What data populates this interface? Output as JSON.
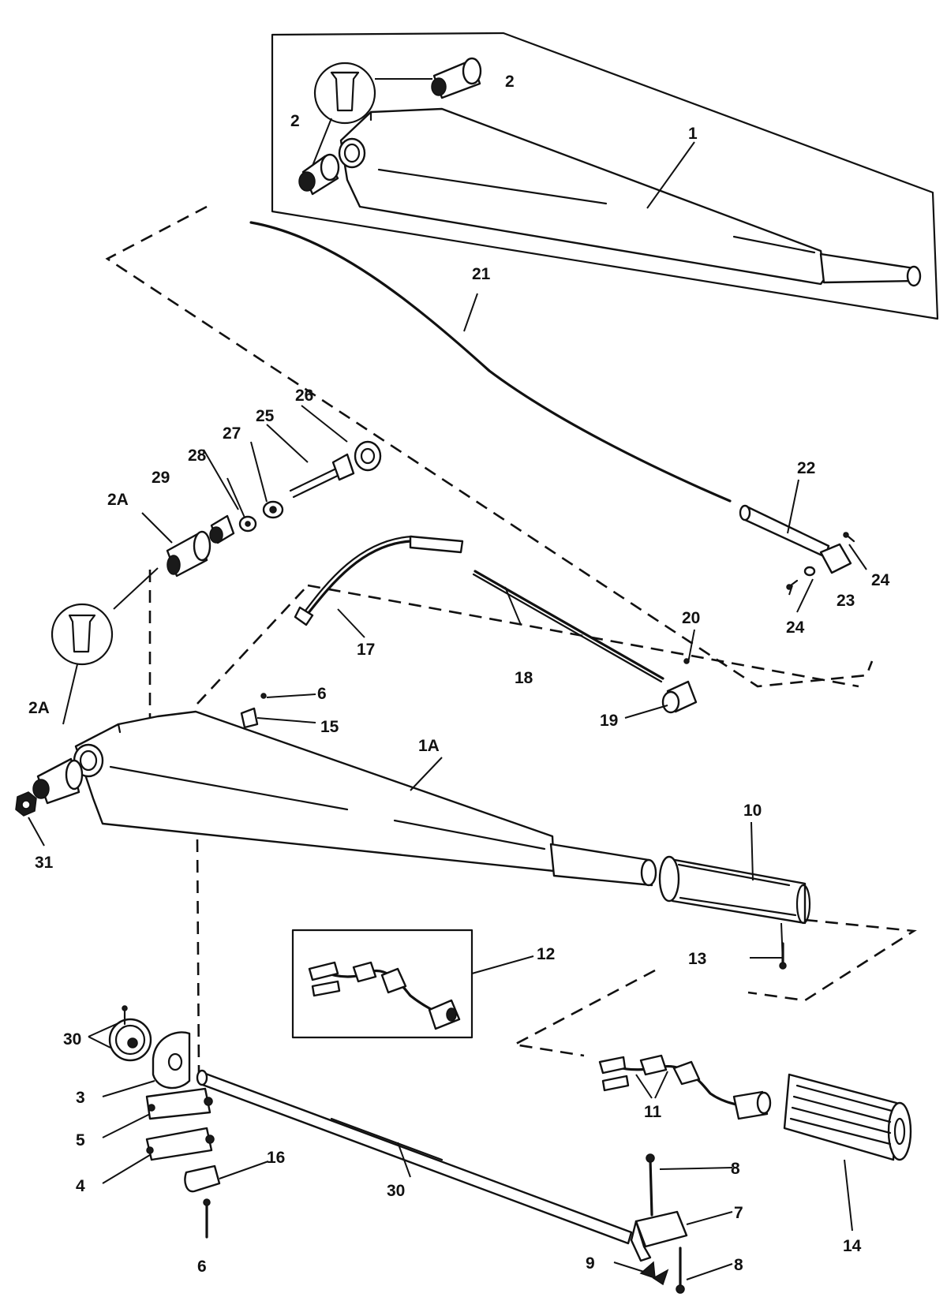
{
  "callouts": {
    "c1": "1",
    "c1a": "1A",
    "c2_right": "2",
    "c2_left": "2",
    "c2a_upper": "2A",
    "c2a_lower": "2A",
    "c3": "3",
    "c4": "4",
    "c5": "5",
    "c6_upper": "6",
    "c6_lower": "6",
    "c7": "7",
    "c8_upper": "8",
    "c8_lower": "8",
    "c9": "9",
    "c10": "10",
    "c11": "11",
    "c12": "12",
    "c13": "13",
    "c14": "14",
    "c15": "15",
    "c16": "16",
    "c17": "17",
    "c18": "18",
    "c19": "19",
    "c20": "20",
    "c21": "21",
    "c22": "22",
    "c23": "23",
    "c24_right": "24",
    "c24_left": "24",
    "c25": "25",
    "c26": "26",
    "c27": "27",
    "c28": "28",
    "c29": "29",
    "c30_upper": "30",
    "c30_lower": "30",
    "c31": "31"
  }
}
